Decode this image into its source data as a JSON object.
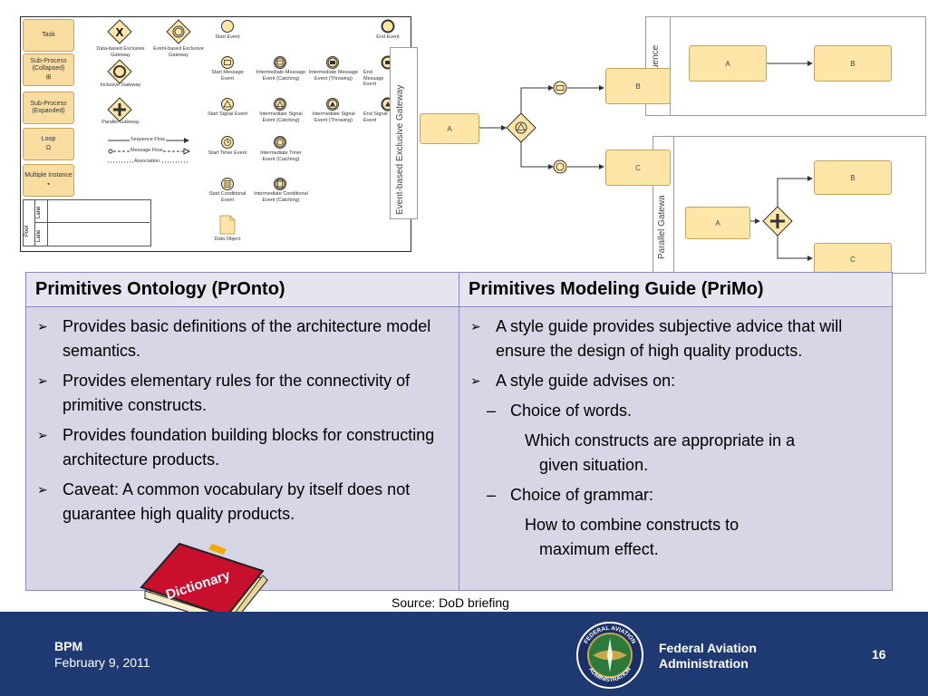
{
  "palette": {
    "shapes": [
      {
        "label": "Task",
        "marker": ""
      },
      {
        "label": "Sub-Process (Collapsed)",
        "marker": "⊞"
      },
      {
        "label": "Sub-Process (Expanded)",
        "marker": ""
      },
      {
        "label": "Loop",
        "marker": "Ω"
      },
      {
        "label": "Multiple Instance",
        "marker": "▪"
      }
    ],
    "gateways": [
      {
        "label": "Data-based Exclusive Gateway"
      },
      {
        "label": "Event-based Exclusive Gateway"
      },
      {
        "label": "Inclusive Gateway"
      },
      {
        "label": "Parallel Gateway"
      }
    ],
    "flows": [
      {
        "label": "Sequence Flow"
      },
      {
        "label": "Message Flow"
      },
      {
        "label": "Association"
      }
    ],
    "events": [
      {
        "label": "Start Event"
      },
      {
        "label": "End Event"
      },
      {
        "label": "Start Message Event"
      },
      {
        "label": "Intermediate Message Event (Catching)"
      },
      {
        "label": "Intermediate Message Event (Throwing)"
      },
      {
        "label": "End Message Event"
      },
      {
        "label": "Start Signal Event"
      },
      {
        "label": "Intermediate Signal Event (Catching)"
      },
      {
        "label": "Intermediate Signal Event (Throwing)"
      },
      {
        "label": "End Signal Event"
      },
      {
        "label": "Start Timer Event"
      },
      {
        "label": "Intermediate Timer Event (Catching)"
      },
      {
        "label": "Start Conditional Event"
      },
      {
        "label": "Intermediate Conditional Event (Catching)"
      },
      {
        "label": "Data Object"
      }
    ],
    "pool": {
      "pool_label": "Pool",
      "lane1": "Lane",
      "lane2": "Lane"
    }
  },
  "flow": {
    "event_gateway_label": "Event-based Exclusive Gateway",
    "sequence_label": "uence",
    "parallel_label": "Parallel Gatewa",
    "tasks": {
      "a1": "A",
      "b1": "B",
      "c1": "C",
      "a2": "A",
      "b2": "B",
      "a3": "A",
      "b3": "B",
      "c3": "C"
    }
  },
  "table": {
    "left_header": "Primitives Ontology (PrOnto)",
    "right_header": "Primitives Modeling Guide (PriMo)",
    "left_bullets": [
      "Provides basic definitions of the architecture model semantics.",
      "Provides elementary rules for the connectivity of primitive constructs.",
      "Provides foundation building blocks for constructing architecture products.",
      "Caveat: A common vocabulary by itself does not guarantee high quality products."
    ],
    "right_bullet1": "A style guide provides subjective advice that will ensure the design of high quality products.",
    "right_bullet2": "A style guide advises on:",
    "sub1": "Choice of words.",
    "sub1_detail_a": "Which constructs are appropriate in a",
    "sub1_detail_b": "given situation.",
    "sub2": "Choice of grammar:",
    "sub2_detail_a": "How to combine constructs to",
    "sub2_detail_b": "maximum effect."
  },
  "book_label": "Dictionary",
  "source": "Source: DoD briefing",
  "footer": {
    "title": "BPM",
    "date": "February 9, 2011",
    "agency_line1": "Federal Aviation",
    "agency_line2": "Administration",
    "page_number": "16",
    "seal_text_top": "FEDERAL AVIATION",
    "seal_text_bottom": "ADMINISTRATION"
  },
  "colors": {
    "footer_bg": "#1f3a72",
    "task_fill": "#fde6a8",
    "table_body": "#d6d6e6",
    "table_header": "#e5e5f0",
    "book_red": "#c8102e"
  }
}
